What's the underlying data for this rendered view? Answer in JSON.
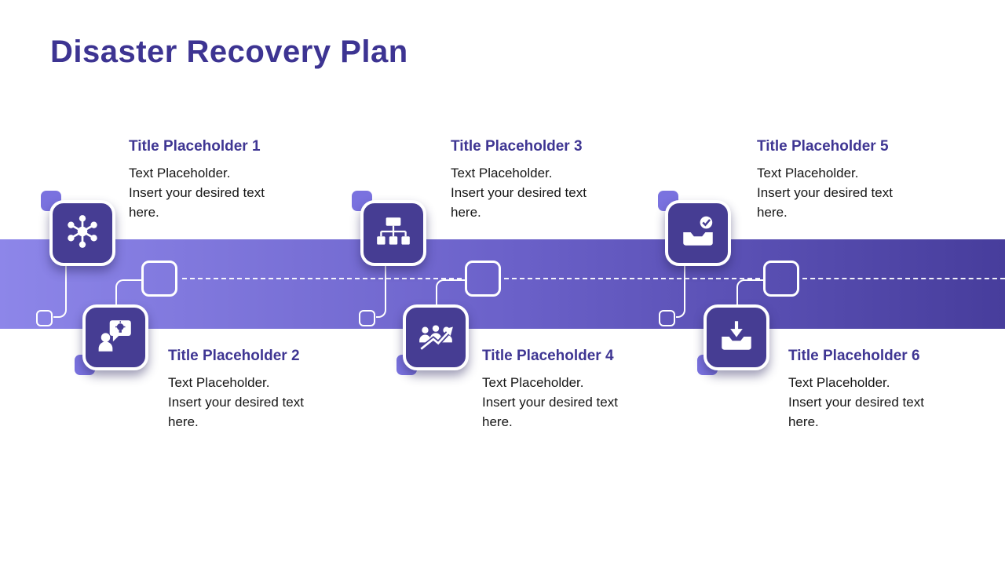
{
  "slide": {
    "title": "Disaster Recovery Plan"
  },
  "items": [
    {
      "title": "Title Placeholder 1",
      "body": "Text Placeholder. Insert your desired text here.",
      "icon": "network-icon"
    },
    {
      "title": "Title Placeholder 2",
      "body": "Text Placeholder. Insert your desired text here.",
      "icon": "presenter-idea-icon"
    },
    {
      "title": "Title Placeholder 3",
      "body": "Text Placeholder. Insert your desired text here.",
      "icon": "org-chart-icon"
    },
    {
      "title": "Title Placeholder 4",
      "body": "Text Placeholder. Insert your desired text here.",
      "icon": "team-growth-icon"
    },
    {
      "title": "Title Placeholder 5",
      "body": "Text Placeholder. Insert your desired text here.",
      "icon": "inbox-check-icon"
    },
    {
      "title": "Title Placeholder 6",
      "body": "Text Placeholder. Insert your desired text here.",
      "icon": "inbox-download-icon"
    }
  ],
  "colors": {
    "title_accent": "#3D3492",
    "tile_fill": "#463D93",
    "band_gradient_start": "#8D86E9",
    "band_gradient_end": "#473D9C",
    "accent_light": "#7A72DF"
  }
}
